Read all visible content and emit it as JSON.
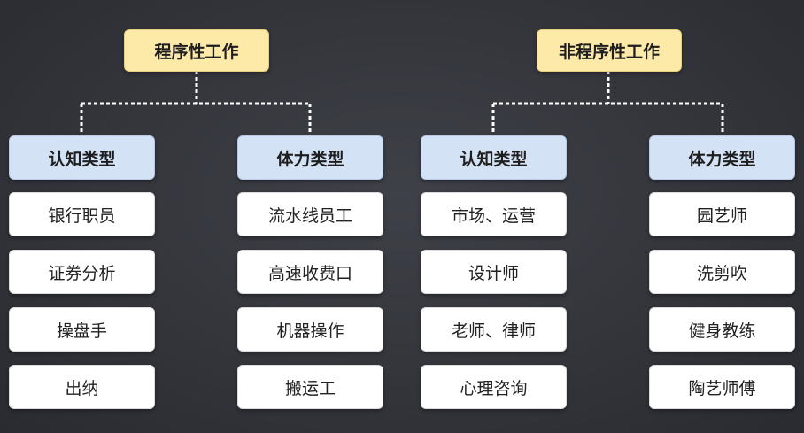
{
  "groups": [
    {
      "title": "程序性工作",
      "categories": [
        {
          "label": "认知类型",
          "items": [
            "银行职员",
            "证券分析",
            "操盘手",
            "出纳"
          ]
        },
        {
          "label": "体力类型",
          "items": [
            "流水线员工",
            "高速收费口",
            "机器操作",
            "搬运工"
          ]
        }
      ]
    },
    {
      "title": "非程序性工作",
      "categories": [
        {
          "label": "认知类型",
          "items": [
            "市场、运营",
            "设计师",
            "老师、律师",
            "心理咨询"
          ]
        },
        {
          "label": "体力类型",
          "items": [
            "园艺师",
            "洗剪吹",
            "健身教练",
            "陶艺师傅"
          ]
        }
      ]
    }
  ],
  "colors": {
    "root_fill": "#fde9a8",
    "category_fill": "#d4e2f6",
    "leaf_fill": "#ffffff",
    "connector": "#ffffff"
  }
}
